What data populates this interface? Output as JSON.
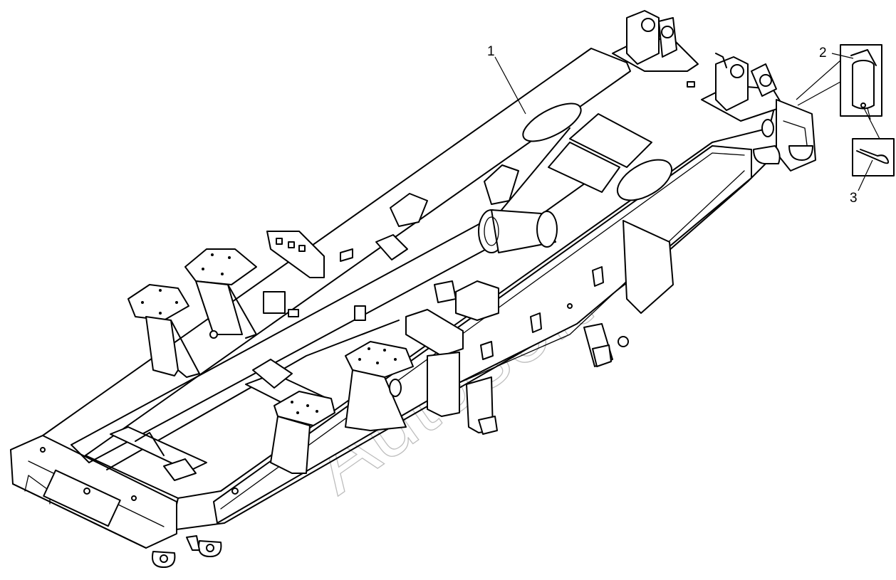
{
  "callouts": [
    {
      "id": "1",
      "label": "1"
    },
    {
      "id": "2",
      "label": "2"
    },
    {
      "id": "3",
      "label": "3"
    }
  ],
  "watermark": "Autosoft",
  "colors": {
    "line": "#000000",
    "background": "#ffffff",
    "watermark": "#888888"
  }
}
